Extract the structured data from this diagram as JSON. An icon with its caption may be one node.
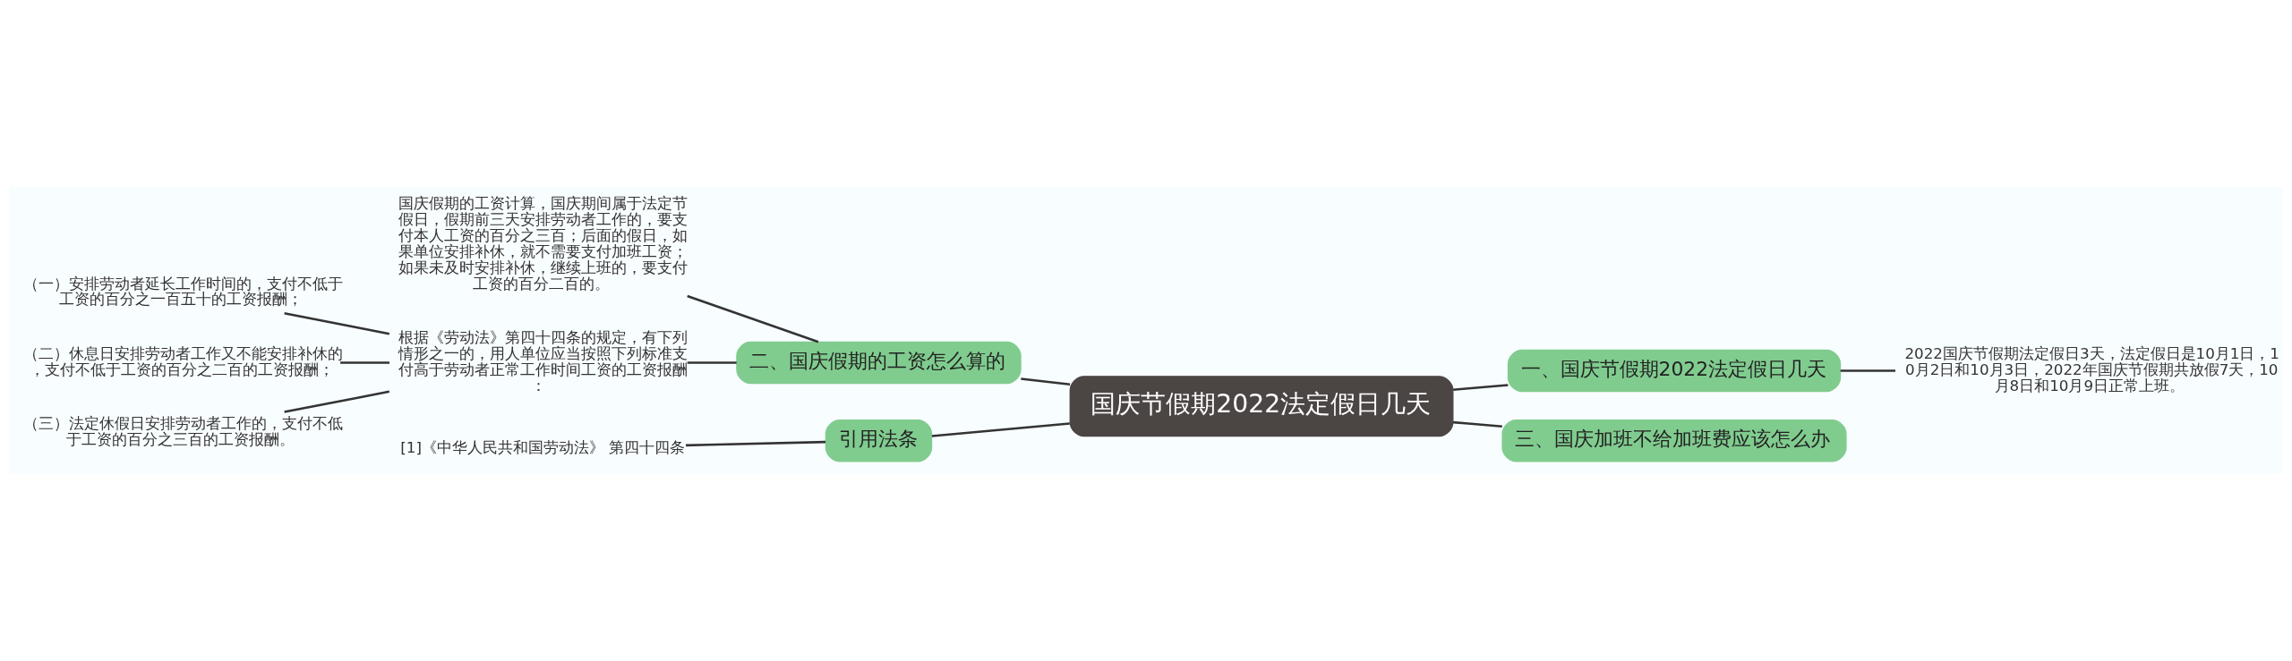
{
  "diagram": {
    "nodes": [
      {
        "text": [
          "国庆节假期2022法定假日几天"
        ]
      },
      {
        "text": [
          "一、国庆节假期2022法定假日几天"
        ]
      },
      {
        "text": [
          "2022国庆节假期法定假日3天，法定假日是10月1日，10月2日和10月3日，2022年国庆节假期共放假7天，10月8日和10月9日正常上班。"
        ]
      },
      {
        "text": [
          "三、国庆加班不给加班费应该怎么办"
        ]
      },
      {
        "text": [
          "二、国庆假期的工资怎么算的"
        ]
      },
      {
        "text": [
          "国庆假期的工资计算，国庆期间属于法定节假日，假期前三天安排劳动者工作的，要支付本人工资的百分之三百；后面的假日，如果单位安排补休，就不需要支付加班工资；如果未及时安排补休，继续上班的，要支付工资的百分二百的。"
        ]
      },
      {
        "text": [
          "根据《劳动法》第四十四条的规定，有下列情形之一的，用人单位应当按照下列标准支付高于劳动者正常工作时间工资的工资报酬："
        ]
      },
      {
        "text": [
          "（一）安排劳动者延长工作时间的，支付不低于工资的百分之一百五十的工资报酬；"
        ]
      },
      {
        "text": [
          "（二）休息日安排劳动者工作又不能安排补休的，支付不低于工资的百分之二百的工资报酬；"
        ]
      },
      {
        "text": [
          "（三）法定休假日安排劳动者工作的，支付不低于工资的百分之三百的工资报酬。"
        ]
      },
      {
        "text": [
          "引用法条"
        ]
      },
      {
        "text": [
          "[1]《中华人民共和国劳动法》 第四十四条"
        ]
      }
    ],
    "edges": [
      {
        "from": 0,
        "to": 1,
        "arrow": "none"
      },
      {
        "from": 1,
        "to": 2,
        "arrow": "none"
      },
      {
        "from": 0,
        "to": 3,
        "arrow": "none"
      },
      {
        "from": 0,
        "to": 4,
        "arrow": "none"
      },
      {
        "from": 4,
        "to": 5,
        "arrow": "none"
      },
      {
        "from": 4,
        "to": 6,
        "arrow": "none"
      },
      {
        "from": 6,
        "to": 7,
        "arrow": "none"
      },
      {
        "from": 6,
        "to": 8,
        "arrow": "none"
      },
      {
        "from": 6,
        "to": 9,
        "arrow": "none"
      },
      {
        "from": 0,
        "to": 10,
        "arrow": "none"
      },
      {
        "from": 10,
        "to": 11,
        "arrow": "none"
      }
    ]
  }
}
